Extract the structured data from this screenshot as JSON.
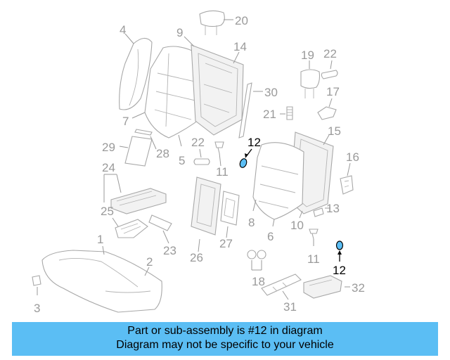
{
  "callouts": {
    "c1": "1",
    "c2": "2",
    "c3": "3",
    "c4": "4",
    "c5": "5",
    "c6": "6",
    "c7": "7",
    "c8": "8",
    "c9": "9",
    "c10": "10",
    "c11a": "11",
    "c11b": "11",
    "c12a": "12",
    "c12b": "12",
    "c13": "13",
    "c14": "14",
    "c15": "15",
    "c16": "16",
    "c17": "17",
    "c18": "18",
    "c19": "19",
    "c20": "20",
    "c21": "21",
    "c22a": "22",
    "c22b": "22",
    "c23": "23",
    "c24": "24",
    "c25": "25",
    "c26": "26",
    "c27": "27",
    "c28": "28",
    "c29": "29",
    "c30": "30",
    "c31": "31",
    "c32": "32"
  },
  "highlight_part": "12",
  "colors": {
    "banner": "#5bbef4",
    "highlight_fill": "#5bbef4",
    "parts_stroke": "#a8a8a8"
  },
  "banner": {
    "line1": "Part or sub-assembly is #12 in diagram",
    "line2": "Diagram may not be specific to your vehicle"
  }
}
